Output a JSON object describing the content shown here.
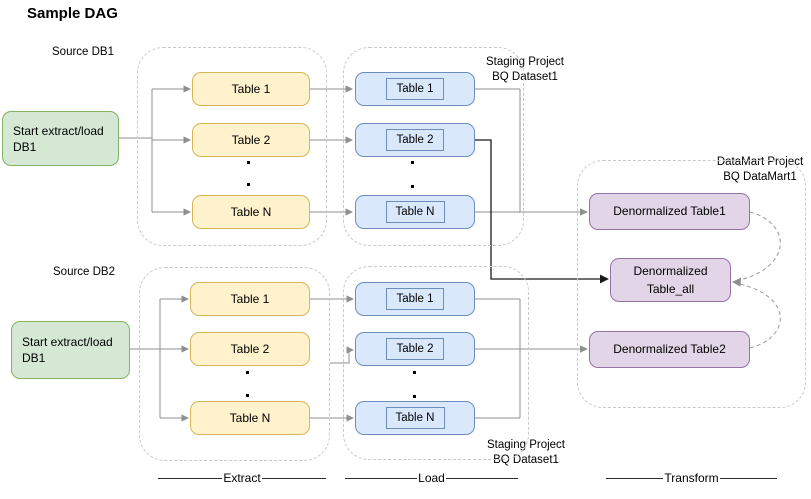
{
  "title": "Sample DAG",
  "labels": {
    "source_db1": "Source DB1",
    "source_db2": "Source DB2",
    "staging_top_line1": "Staging Project",
    "staging_top_line2": "BQ Dataset1",
    "staging_bottom_line1": "Staging Project",
    "staging_bottom_line2": "BQ Dataset1",
    "datamart_line1": "DataMart Project",
    "datamart_line2": "BQ DataMart1"
  },
  "start_nodes": {
    "db1": {
      "line1": "Start extract/load",
      "line2": "DB1"
    },
    "db2": {
      "line1": "Start extract/load",
      "line2": "DB1"
    }
  },
  "tables": {
    "extract_top": [
      "Table 1",
      "Table 2",
      "Table N"
    ],
    "load_top": [
      "Table 1",
      "Table 2",
      "Table N"
    ],
    "extract_bottom": [
      "Table 1",
      "Table 2",
      "Table N"
    ],
    "load_bottom": [
      "Table 1",
      "Table 2",
      "Table N"
    ]
  },
  "datamart": {
    "table1": "Denormalized Table1",
    "table_all_line1": "Denormalized",
    "table_all_line2": "Table_all",
    "table2": "Denormalized Table2"
  },
  "stage_labels": {
    "extract": "Extract",
    "load": "Load",
    "transform": "Transform"
  },
  "colors": {
    "green_fill": "#d5e8d4",
    "green_stroke": "#82b366",
    "yellow_fill": "#fff2cc",
    "yellow_stroke": "#d6b656",
    "blue_fill": "#dae8fc",
    "blue_stroke": "#6c8ebf",
    "purple_fill": "#e1d5e7",
    "purple_stroke": "#9673a6",
    "connector_gray": "#8f8f8f",
    "connector_dark": "#1a1a1a",
    "container_border": "#c9c9c9"
  }
}
